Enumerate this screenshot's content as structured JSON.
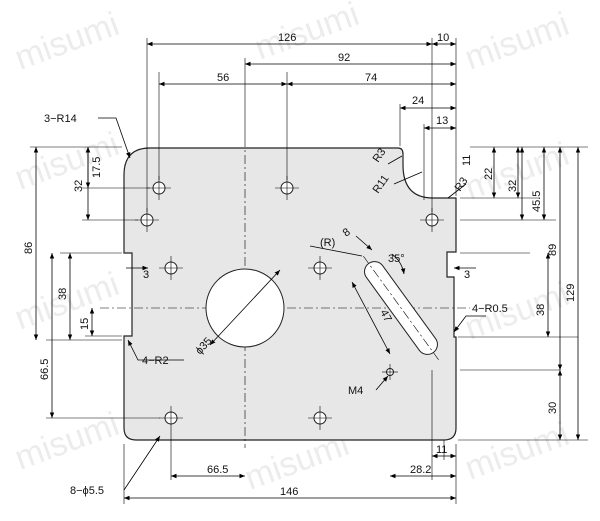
{
  "watermark": "misumi",
  "colors": {
    "plate_fill": "#e7e7e7",
    "line": "#000000",
    "watermark": "#c9c9c9"
  },
  "dimensions": {
    "top": [
      "126",
      "10",
      "92",
      "56",
      "74",
      "24",
      "13"
    ],
    "left": [
      "3−R14",
      "17.5",
      "32",
      "86",
      "38",
      "15",
      "66.5",
      "3",
      "4−R2"
    ],
    "right": [
      "11",
      "22",
      "32",
      "45.5",
      "89",
      "129",
      "38",
      "30",
      "3",
      "4−R0.5"
    ],
    "bottom": [
      "66.5",
      "146",
      "28.2",
      "11",
      "8−ϕ5.5"
    ],
    "slot": [
      "(R)",
      "8",
      "35°",
      "47",
      "R3",
      "R11",
      "R3"
    ],
    "center": [
      "ϕ35",
      "M4"
    ]
  }
}
